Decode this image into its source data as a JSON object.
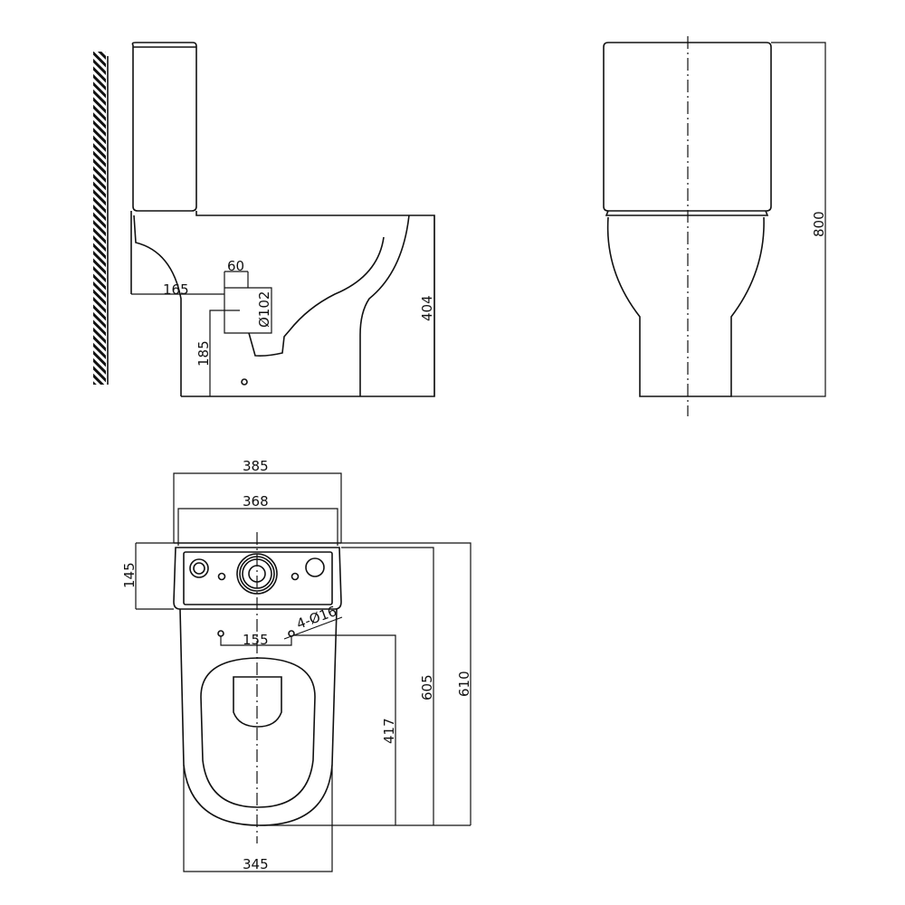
{
  "title": "Close-coupled toilet dimension drawing",
  "side_view": {
    "dim_cistern_offset": "60",
    "dim_wall_to_outlet": "165",
    "dim_outlet_diameter": "Ø102",
    "dim_outlet_height": "185",
    "dim_pan_height": "404"
  },
  "front_view": {
    "dim_total_height": "800"
  },
  "top_view": {
    "dim_cistern_width": "385",
    "dim_inner_width": "368",
    "dim_cistern_depth": "145",
    "dim_fixing_holes": "4-Ø16",
    "dim_hole_spacing": "155",
    "dim_hole_to_front": "417",
    "dim_pan_length": "605",
    "dim_total_length": "610",
    "dim_pan_width": "345"
  },
  "colors": {
    "line": "#111111",
    "background": "#ffffff"
  }
}
